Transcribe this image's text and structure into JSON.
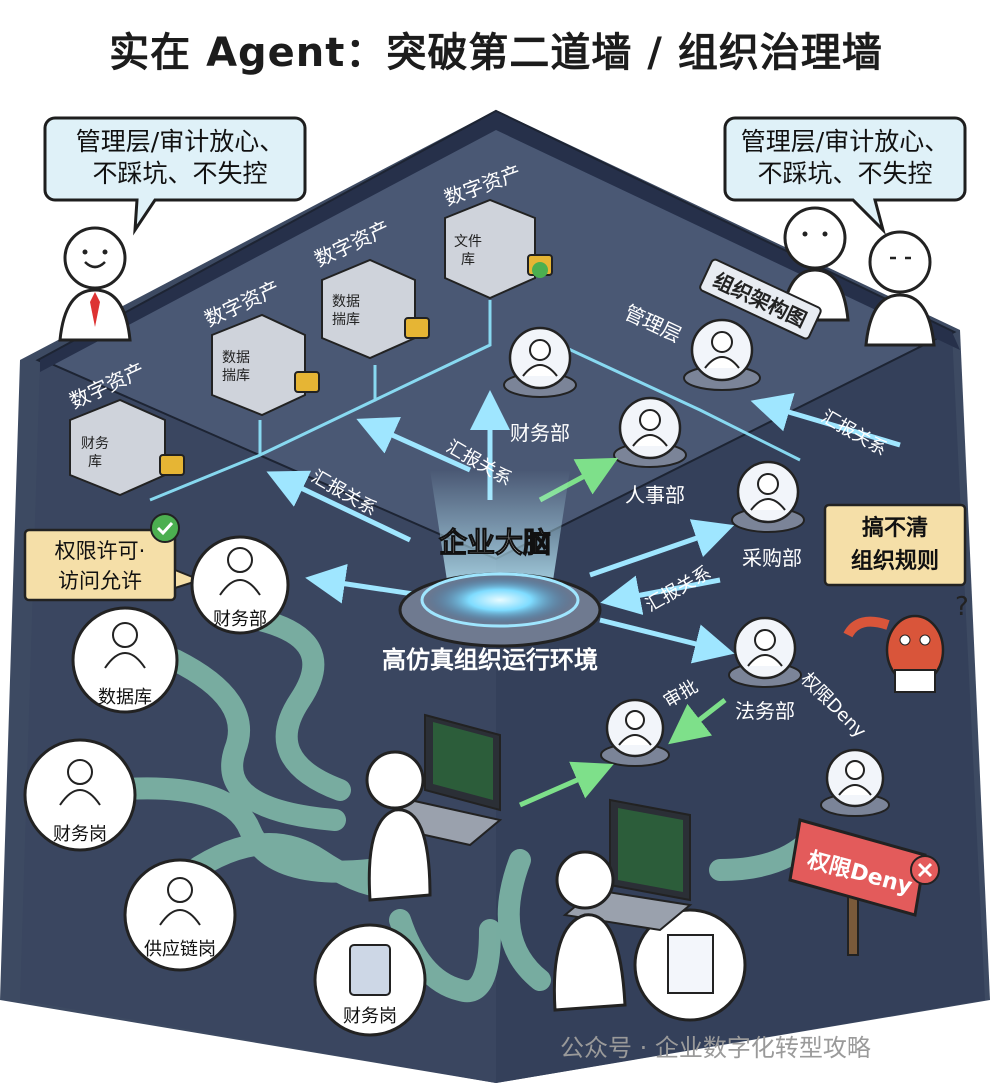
{
  "title": "实在 Agent：突破第二道墙 / 组织治理墙",
  "speech_left": [
    "管理层/审计放心、",
    "不踩坑、不失控"
  ],
  "speech_right": [
    "管理层/审计放心、",
    "不踩坑、不失控"
  ],
  "assets": [
    {
      "heading": "数字资产",
      "cube_text": [
        "财务",
        "库"
      ]
    },
    {
      "heading": "数字资产",
      "cube_text": [
        "数据",
        "揣库"
      ]
    },
    {
      "heading": "数字资产",
      "cube_text": [
        "数据",
        "揣库"
      ]
    },
    {
      "heading": "数字资产",
      "cube_text": [
        "文件",
        "库"
      ]
    }
  ],
  "org_chart_label": "组织架构图",
  "departments": {
    "management": "管理层",
    "finance": "财务部",
    "hr": "人事部",
    "procurement": "采购部",
    "legal": "法务部"
  },
  "report_labels": [
    "汇报关系",
    "汇报关系",
    "汇报关系",
    "汇报关系"
  ],
  "center_label": "企业大脑",
  "environment_label": "高仿真组织运行环境",
  "permit_box": [
    "权限许可·",
    "访问允许"
  ],
  "confused_box": [
    "搞不清",
    "组织规则"
  ],
  "left_nodes": [
    "财务部",
    "数据库",
    "财务岗",
    "供应链岗",
    "财务岗"
  ],
  "approval_label": "审批",
  "deny_arrow_label": "权限Deny",
  "deny_sign": "权限Deny",
  "watermark": "公众号 · 企业数字化转型攻略"
}
